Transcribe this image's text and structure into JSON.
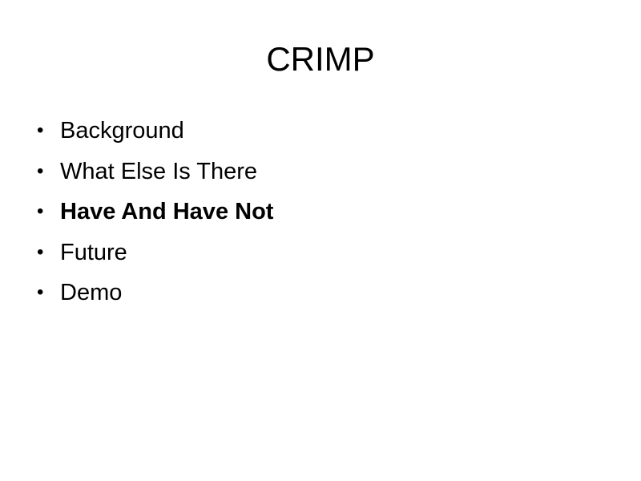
{
  "slide": {
    "title": "CRIMP",
    "bullet_glyph": "•",
    "items": [
      {
        "label": "Background",
        "bold": false
      },
      {
        "label": "What Else Is There",
        "bold": false
      },
      {
        "label": "Have And Have Not",
        "bold": true
      },
      {
        "label": "Future",
        "bold": false
      },
      {
        "label": "Demo",
        "bold": false
      }
    ]
  }
}
